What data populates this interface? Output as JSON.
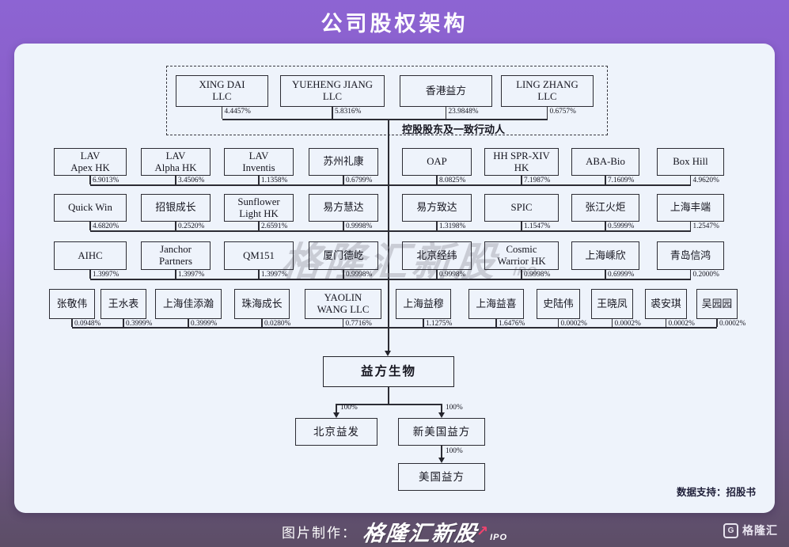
{
  "title": "公司股权架构",
  "group": {
    "label": "控股股东及一致行动人",
    "members": [
      {
        "name": "XING DAI\nLLC",
        "pct": "4.4457%"
      },
      {
        "name": "YUEHENG JIANG\nLLC",
        "pct": "5.8316%"
      },
      {
        "name": "香港益方",
        "pct": "23.9848%"
      },
      {
        "name": "LING ZHANG\nLLC",
        "pct": "0.6757%"
      }
    ]
  },
  "rows": [
    [
      {
        "name": "LAV\nApex HK",
        "pct": "6.9013%"
      },
      {
        "name": "LAV\nAlpha HK",
        "pct": "3.4506%"
      },
      {
        "name": "LAV\nInventis",
        "pct": "1.1358%"
      },
      {
        "name": "苏州礼康",
        "pct": "0.6799%"
      },
      {
        "name": "OAP",
        "pct": "8.0825%"
      },
      {
        "name": "HH SPR-XIV\nHK",
        "pct": "7.1987%"
      },
      {
        "name": "ABA-Bio",
        "pct": "7.1609%"
      },
      {
        "name": "Box Hill",
        "pct": "4.9620%"
      }
    ],
    [
      {
        "name": "Quick Win",
        "pct": "4.6820%"
      },
      {
        "name": "招银成长",
        "pct": "0.2520%"
      },
      {
        "name": "Sunflower\nLight HK",
        "pct": "2.6591%"
      },
      {
        "name": "易方慧达",
        "pct": "0.9998%"
      },
      {
        "name": "易方致达",
        "pct": "1.3198%"
      },
      {
        "name": "SPIC",
        "pct": "1.1547%"
      },
      {
        "name": "张江火炬",
        "pct": "0.5999%"
      },
      {
        "name": "上海丰端",
        "pct": "1.2547%"
      }
    ],
    [
      {
        "name": "AIHC",
        "pct": "1.3997%"
      },
      {
        "name": "Janchor\nPartners",
        "pct": "1.3997%"
      },
      {
        "name": "QM151",
        "pct": "1.3997%"
      },
      {
        "name": "厦门德屹",
        "pct": "0.9998%"
      },
      {
        "name": "北京经纬",
        "pct": "0.9998%"
      },
      {
        "name": "Cosmic\nWarrior HK",
        "pct": "0.9998%"
      },
      {
        "name": "上海嵊欣",
        "pct": "0.6999%"
      },
      {
        "name": "青岛信鸿",
        "pct": "0.2000%"
      }
    ],
    [
      {
        "name": "张敬伟",
        "pct": "0.0948%"
      },
      {
        "name": "王水表",
        "pct": "0.3999%"
      },
      {
        "name": "上海佳添瀚",
        "pct": "0.3999%"
      },
      {
        "name": "珠海成长",
        "pct": "0.0280%"
      },
      {
        "name": "YAOLIN\nWANG LLC",
        "pct": "0.7716%"
      },
      {
        "name": "上海益穆",
        "pct": "1.1275%"
      },
      {
        "name": "上海益喜",
        "pct": "1.6476%"
      },
      {
        "name": "史陆伟",
        "pct": "0.0002%"
      },
      {
        "name": "王晓凤",
        "pct": "0.0002%"
      },
      {
        "name": "裘安琪",
        "pct": "0.0002%"
      },
      {
        "name": "吴园园",
        "pct": "0.0002%"
      }
    ]
  ],
  "company": "益方生物",
  "subsidiaries": [
    {
      "name": "北京益发",
      "pct": "100%"
    },
    {
      "name": "新美国益方",
      "pct": "100%"
    },
    {
      "name": "美国益方",
      "pct": "100%"
    }
  ],
  "source_note": "数据支持：招股书",
  "watermark": {
    "text": "格隆汇新股",
    "suffix": "IPO"
  },
  "footer": {
    "made_by": "图片制作：",
    "brand": "格隆汇新股",
    "arrow": "↗",
    "brand_sub": "IPO",
    "logo_g": "G",
    "logo_text": "格隆汇"
  }
}
